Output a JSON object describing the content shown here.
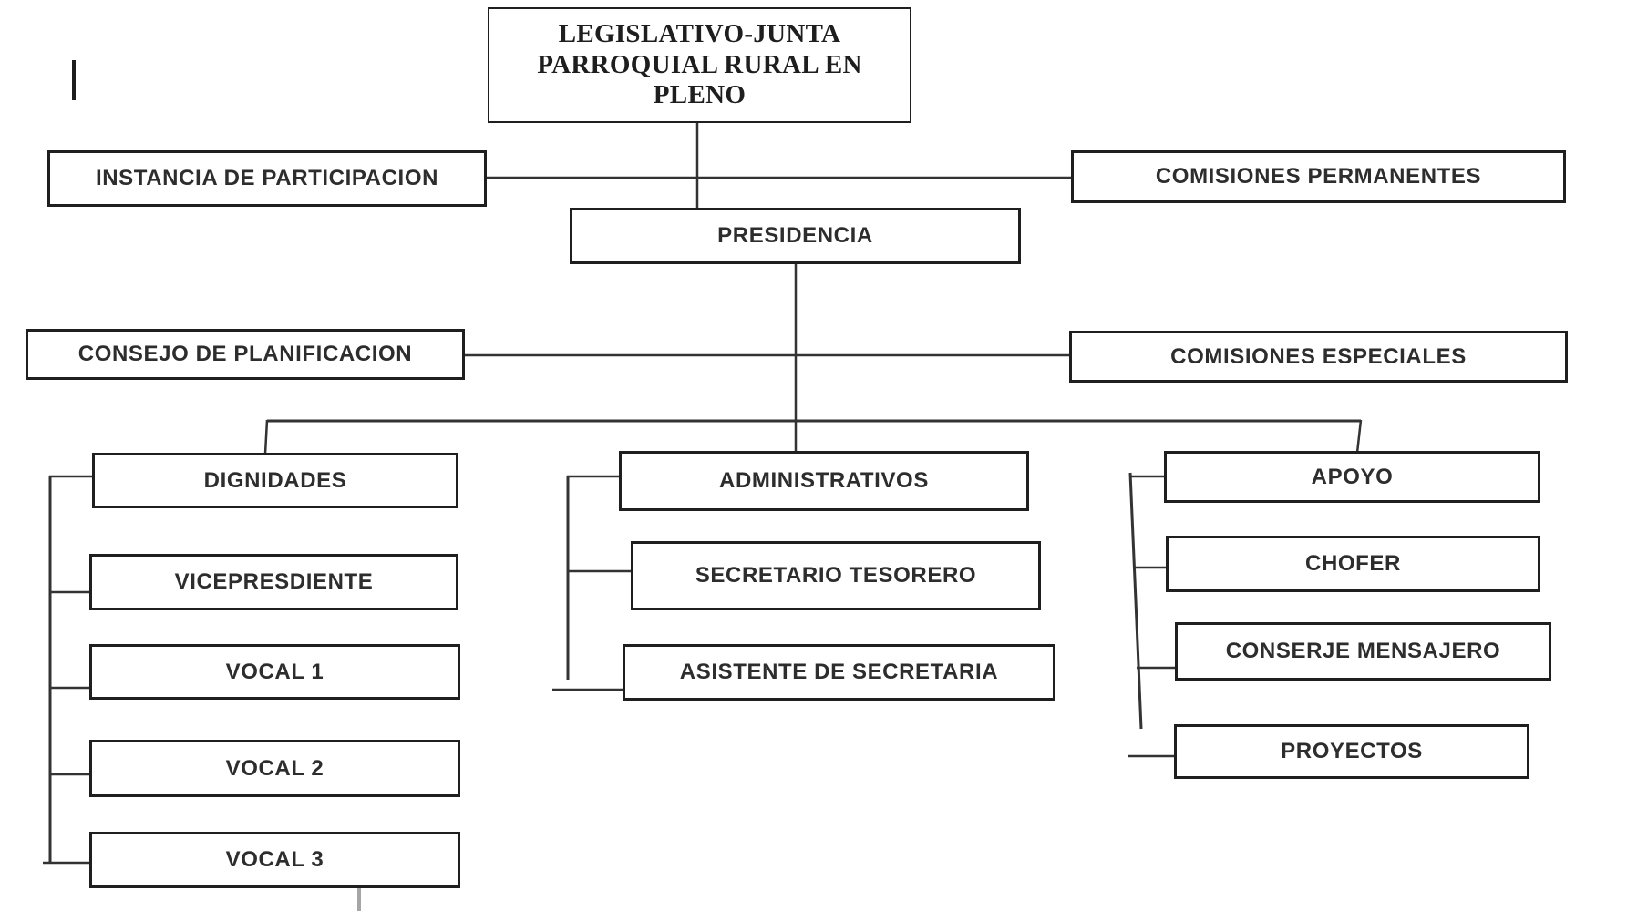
{
  "nodes": {
    "legislativo_junta": "LEGISLATIVO-JUNTA PARROQUIAL RURAL EN PLENO",
    "instancia_participacion": "INSTANCIA DE PARTICIPACION",
    "comisiones_permanentes": "COMISIONES PERMANENTES",
    "presidencia": "PRESIDENCIA",
    "consejo_planificacion": "CONSEJO DE PLANIFICACION",
    "comisiones_especiales": "COMISIONES ESPECIALES",
    "dignidades": "DIGNIDADES",
    "vicepresdiente": "VICEPRESDIENTE",
    "vocal_1": "VOCAL 1",
    "vocal_2": "VOCAL 2",
    "vocal_3": "VOCAL 3",
    "administrativos": "ADMINISTRATIVOS",
    "secretario_tesorero": "SECRETARIO TESORERO",
    "asistente_secretaria": "ASISTENTE DE SECRETARIA",
    "apoyo": "APOYO",
    "chofer": "CHOFER",
    "conserje_mensajero": "CONSERJE MENSAJERO",
    "proyectos": "PROYECTOS"
  },
  "colors": {
    "connector": "#333333",
    "connector_gray": "#a6a6a6",
    "box_border": "#1f1f1f",
    "text": "#2d2d2d",
    "background": "#ffffff"
  }
}
